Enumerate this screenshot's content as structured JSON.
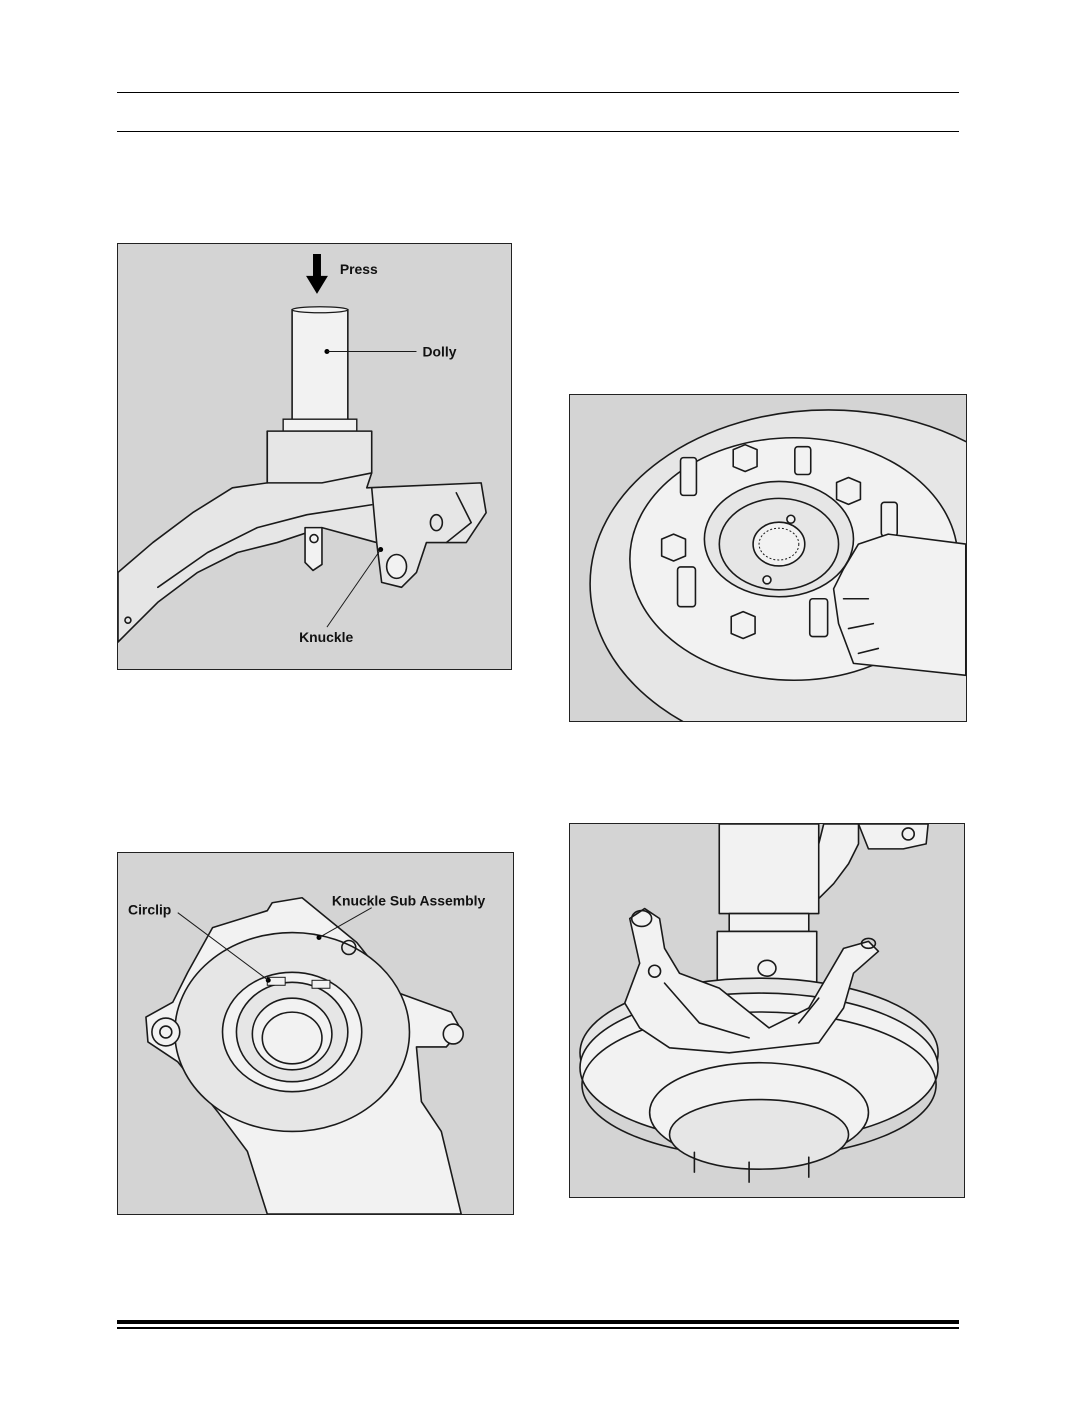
{
  "figures": {
    "press_knuckle": {
      "press_label": "Press",
      "dolly_label": "Dolly",
      "knuckle_label": "Knuckle"
    },
    "hub_studs": {},
    "circlip": {
      "circlip_label": "Circlip",
      "knuckle_sub_assembly_label": "Knuckle Sub Assembly"
    },
    "press_hub_into_knuckle": {}
  }
}
